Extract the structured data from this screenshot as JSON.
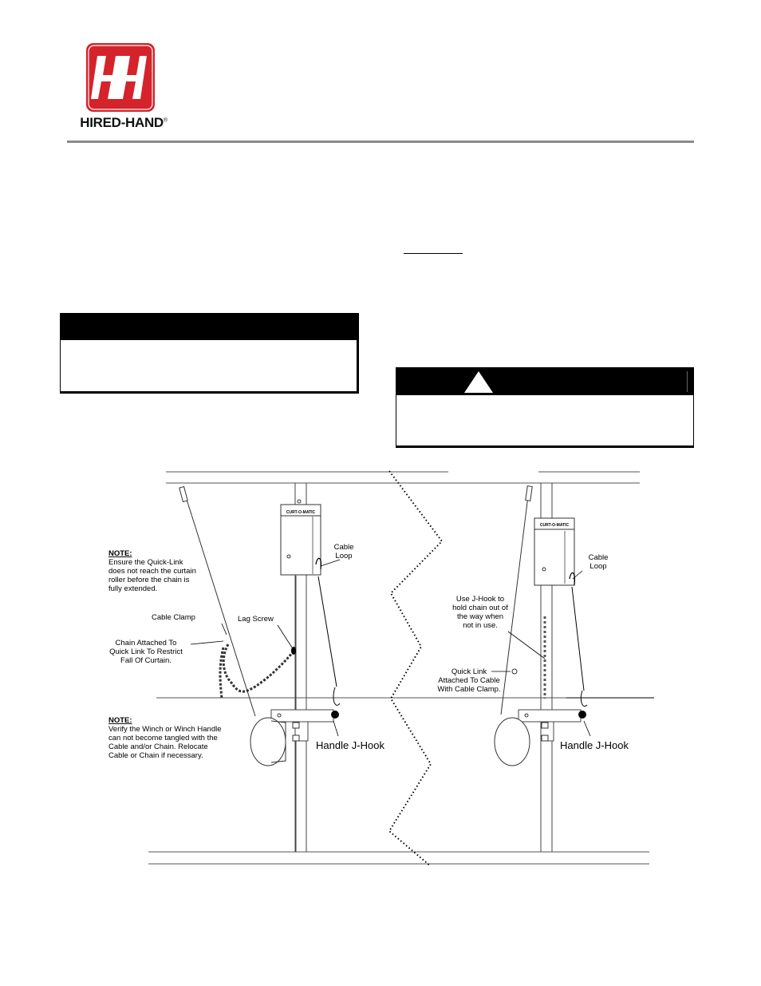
{
  "brand": {
    "monogram": "HH",
    "name": "HIRED-HAND",
    "registered": "®",
    "red": "#d5232b"
  },
  "diagram": {
    "left_panel": {
      "unit_label": "CURT-O-MATIC",
      "note1_title": "NOTE:",
      "note1_lines": [
        "Ensure the Quick-Link",
        "does not reach the curtain",
        "roller before the chain is",
        "fully extended."
      ],
      "cable_clamp": "Cable Clamp",
      "lag_screw": "Lag Screw",
      "chain_lines": [
        "Chain Attached To",
        "Quick Link To Restrict",
        "Fall Of Curtain."
      ],
      "cable_loop_lines": [
        "Cable",
        "Loop"
      ],
      "note2_title": "NOTE:",
      "note2_lines": [
        "Verify the Winch or Winch Handle",
        "can not become tangled with the",
        "Cable and/or Chain.  Relocate",
        "Cable or Chain if necessary."
      ],
      "handle_jhook": "Handle J-Hook"
    },
    "right_panel": {
      "unit_label": "CURT-O-MATIC",
      "cable_loop_lines": [
        "Cable",
        "Loop"
      ],
      "jhook_lines": [
        "Use J-Hook to",
        "hold chain out of",
        "the way when",
        "not in use."
      ],
      "quick_link_lines": [
        "Quick Link",
        "Attached To Cable",
        "With Cable Clamp."
      ],
      "handle_jhook": "Handle J-Hook"
    }
  }
}
